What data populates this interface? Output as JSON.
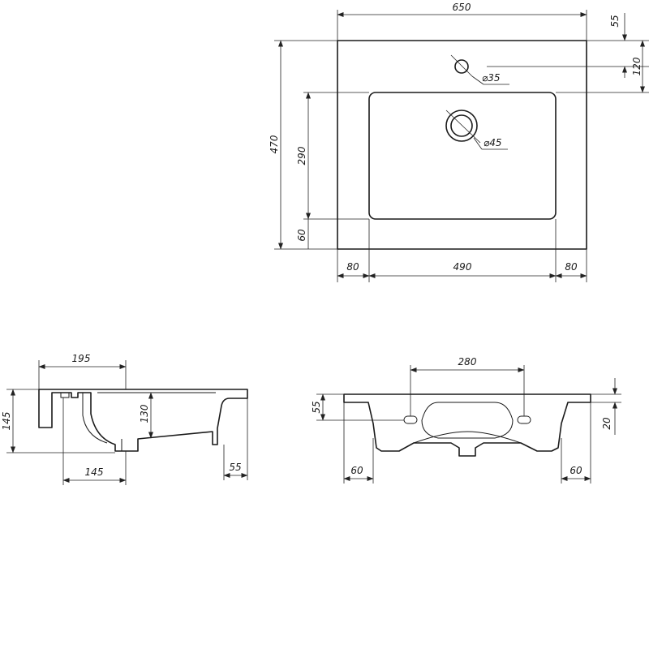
{
  "colors": {
    "line": "#1a1a1a",
    "background": "#ffffff"
  },
  "top_view": {
    "width": "650",
    "depth": "470",
    "tap_offset": "55",
    "tap_hole_center": "120",
    "tap_hole_diameter": "⌀35",
    "basin_depth": "290",
    "front_rim": "60",
    "left_rim": "80",
    "basin_width": "490",
    "right_rim": "80",
    "drain_diameter": "⌀45"
  },
  "side_view": {
    "rear_to_drain": "195",
    "height": "145",
    "bowl_depth": "130",
    "drain_offset": "145",
    "front_lip": "55"
  },
  "front_view": {
    "bracket_spacing": "280",
    "bracket_height": "55",
    "rim_thickness": "20",
    "left_edge": "60",
    "right_edge": "60"
  }
}
